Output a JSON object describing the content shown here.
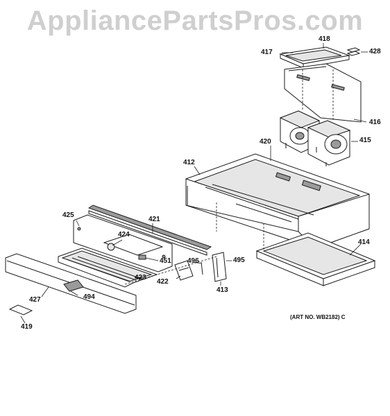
{
  "watermark": "AppliancePartsPros.com",
  "art_number": "(ART NO. WB2182) C",
  "part_labels": {
    "p418": "418",
    "p417": "417",
    "p428": "428",
    "p416": "416",
    "p420": "420",
    "p415": "415",
    "p412": "412",
    "p425": "425",
    "p421": "421",
    "p424": "424",
    "p451": "451",
    "p496": "496",
    "p495": "495",
    "p414": "414",
    "p423": "423",
    "p422": "422",
    "p413": "413",
    "p427": "427",
    "p494": "494",
    "p419": "419"
  }
}
